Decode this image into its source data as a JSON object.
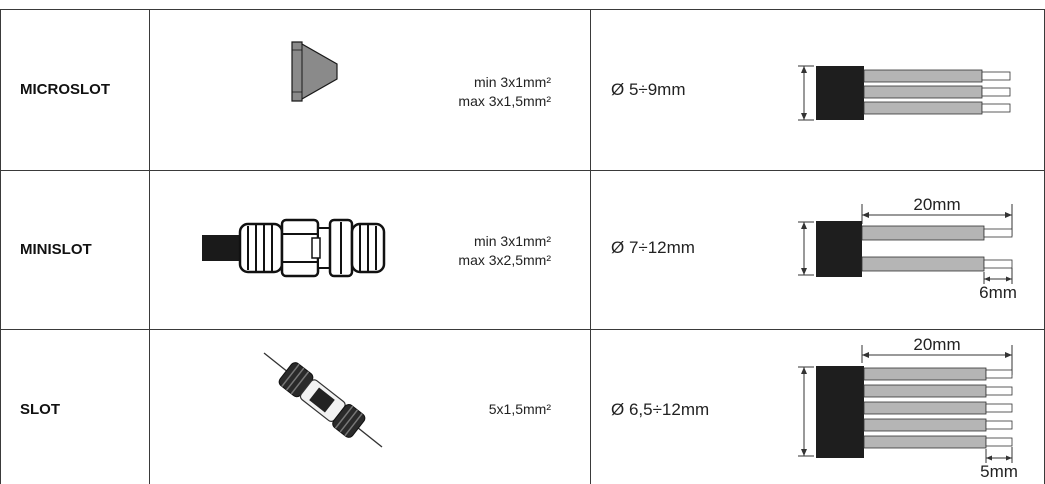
{
  "rows": [
    {
      "name": "MICROSLOT",
      "spec_line1": "min 3x1mm²",
      "spec_line2": "max 3x1,5mm²",
      "diameter": "Ø  5÷9mm",
      "connector_icon": "microslot-connector-icon",
      "cable_icon": "three-wire-cable-icon"
    },
    {
      "name": "MINISLOT",
      "spec_line1": "min 3x1mm²",
      "spec_line2": "max 3x2,5mm²",
      "diameter": "Ø 7÷12mm",
      "strip_length": "20mm",
      "wire_end": "6mm",
      "connector_icon": "minislot-connector-icon",
      "cable_icon": "two-wire-cable-icon"
    },
    {
      "name": "SLOT",
      "spec_line1": "5x1,5mm²",
      "diameter": "Ø 6,5÷12mm",
      "strip_length": "20mm",
      "wire_end": "5mm",
      "connector_icon": "slot-connector-icon",
      "cable_icon": "five-wire-cable-icon"
    }
  ],
  "colors": {
    "line": "#3a3a3a",
    "sheath": "#1e1e1e",
    "wire": "#b5b5b5",
    "connector": "#8a8a8a"
  }
}
